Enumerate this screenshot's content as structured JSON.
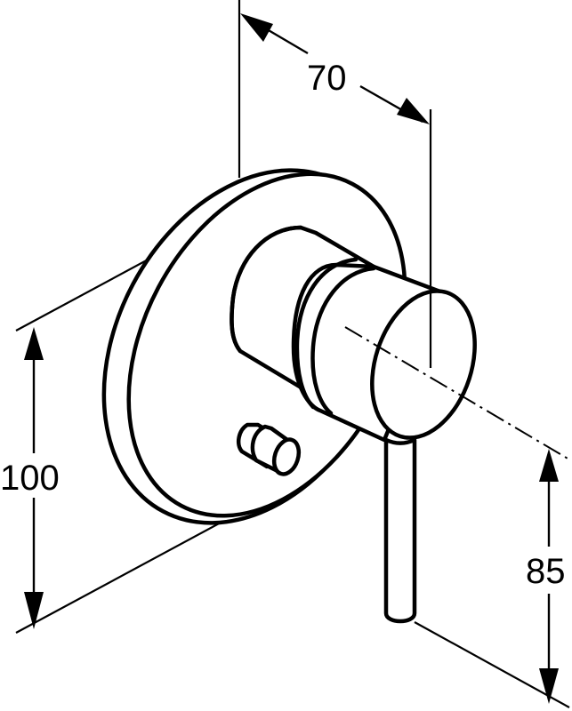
{
  "diagram": {
    "subject": "concealed single-lever shower mixer with diverter",
    "line_color": "#000000",
    "background_color": "#ffffff",
    "dimensions": {
      "depth": {
        "value": "70",
        "unit": "mm",
        "orientation": "diagonal-top"
      },
      "rosette_diameter": {
        "value": "100",
        "unit": "mm",
        "orientation": "vertical-left"
      },
      "lever_height": {
        "value": "85",
        "unit": "mm",
        "orientation": "vertical-right"
      }
    },
    "parts": [
      "wall-rosette",
      "body-cylinder",
      "handle-cylinder",
      "lever",
      "diverter-knob",
      "center-axis"
    ]
  }
}
